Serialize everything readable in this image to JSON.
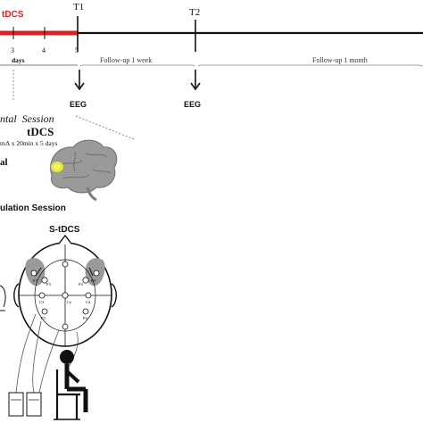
{
  "timeline": {
    "label_tdcs": "tDCS",
    "label_t1": "T1",
    "label_t2": "T2",
    "day_3": "3",
    "day_4": "4",
    "day_5": "5",
    "days_label": "days",
    "followup_week": "Follow-up 1 week",
    "followup_month": "Follow-up 1 month",
    "eeg_1": "EEG",
    "eeg_2": "EEG",
    "colors": {
      "tdcs": "#e02020",
      "line": "#111111",
      "dashed": "#888888"
    }
  },
  "experimental": {
    "session_title_partial": "ntal  Session",
    "tdcs_label": "tDCS",
    "dosage_partial": "mA x 20min x 5 days",
    "side_label_partial": "al",
    "brain_icon": "brain-icon",
    "highlight_color": "#e8e83a"
  },
  "stimulation": {
    "session_title_partial": "ulation Session",
    "stdcs_label": "S-tDCS",
    "electrodes": [
      "F7",
      "F3",
      "F4",
      "F8",
      "Cz",
      "C3",
      "C4",
      "P3",
      "P4"
    ],
    "head_icon": "eeg-cap-icon",
    "person_icon": "seated-person-icon",
    "device_icon": "stimulator-device-icon"
  }
}
